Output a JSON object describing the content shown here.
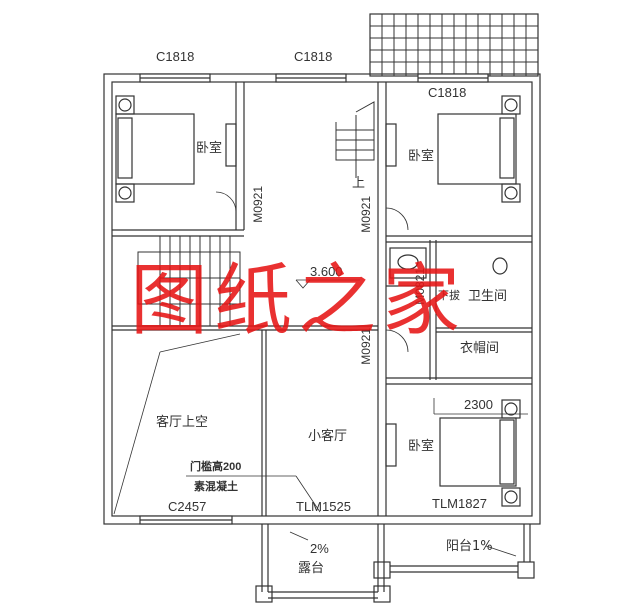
{
  "drawing": {
    "type": "architectural floor plan",
    "colors": {
      "line": "#333333",
      "watermark": "#e61414",
      "background": "#ffffff"
    },
    "window_labels": {
      "top_left": "C1818",
      "top_middle": "C1818",
      "top_right": "C1818",
      "bottom_left": "C2457"
    },
    "door_labels": {
      "left_bedroom": "M0921",
      "stair_right": "M0921",
      "middle_lower": "M0921",
      "bathroom": "M0821",
      "bottom_middle": "TLM1525",
      "bottom_right": "TLM1827"
    },
    "rooms": {
      "bedroom_top_left": "卧室",
      "bedroom_top_right": "卧室",
      "bedroom_bottom_right": "卧室",
      "living_void": "客厅上空",
      "small_living": "小客厅",
      "bathroom": "卫生间",
      "bathroom_prefix": "下拔",
      "cloakroom": "衣帽间",
      "terrace": "露台",
      "balcony": "阳台1%"
    },
    "stair_label": "上",
    "elevation": "3.600",
    "dimension": "2300",
    "slope_terrace": "2%",
    "note_line1": "门槛高200",
    "note_line2": "素混凝土",
    "watermark": "图纸之家"
  }
}
